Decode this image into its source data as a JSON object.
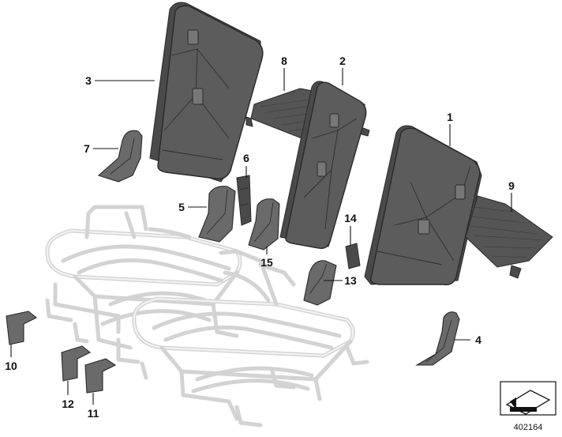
{
  "diagram": {
    "callouts": [
      {
        "id": "1",
        "label": "1"
      },
      {
        "id": "2",
        "label": "2"
      },
      {
        "id": "3",
        "label": "3"
      },
      {
        "id": "4",
        "label": "4"
      },
      {
        "id": "5",
        "label": "5"
      },
      {
        "id": "6",
        "label": "6"
      },
      {
        "id": "7",
        "label": "7"
      },
      {
        "id": "8",
        "label": "8"
      },
      {
        "id": "9",
        "label": "9"
      },
      {
        "id": "10",
        "label": "10"
      },
      {
        "id": "11",
        "label": "11"
      },
      {
        "id": "12",
        "label": "12"
      },
      {
        "id": "13",
        "label": "13"
      },
      {
        "id": "14",
        "label": "14"
      },
      {
        "id": "15",
        "label": "15"
      }
    ],
    "reference_code": "402164",
    "colors": {
      "part_fill": "#5c5c5c",
      "part_outline": "#2a2a2a",
      "frame_ghost": "#d3d3d3",
      "text": "#111111"
    }
  }
}
